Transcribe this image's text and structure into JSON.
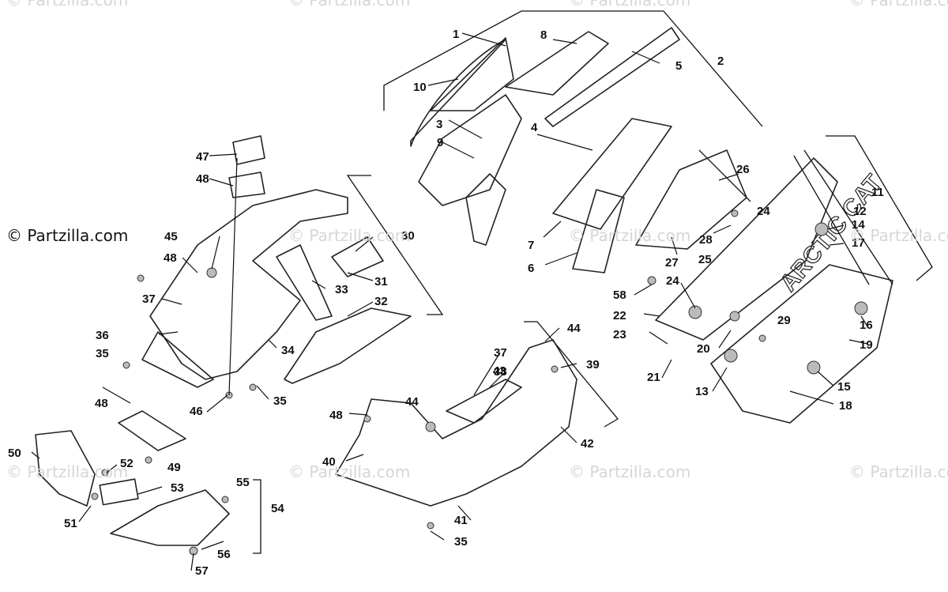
{
  "site_label": "© Partzilla.com",
  "watermark_text": "© Partzilla.com",
  "decal_text": "ARCTIC CAT",
  "callouts": [
    "1",
    "2",
    "3",
    "4",
    "5",
    "6",
    "7",
    "8",
    "9",
    "10",
    "11",
    "12",
    "13",
    "14",
    "15",
    "16",
    "17",
    "18",
    "19",
    "20",
    "21",
    "22",
    "23",
    "24",
    "24",
    "25",
    "26",
    "27",
    "28",
    "29",
    "30",
    "31",
    "32",
    "33",
    "34",
    "35",
    "35",
    "35",
    "36",
    "37",
    "37",
    "38",
    "39",
    "40",
    "41",
    "42",
    "43",
    "44",
    "44",
    "45",
    "46",
    "47",
    "48",
    "48",
    "48",
    "48",
    "49",
    "50",
    "51",
    "52",
    "53",
    "54",
    "55",
    "56",
    "57",
    "58"
  ]
}
